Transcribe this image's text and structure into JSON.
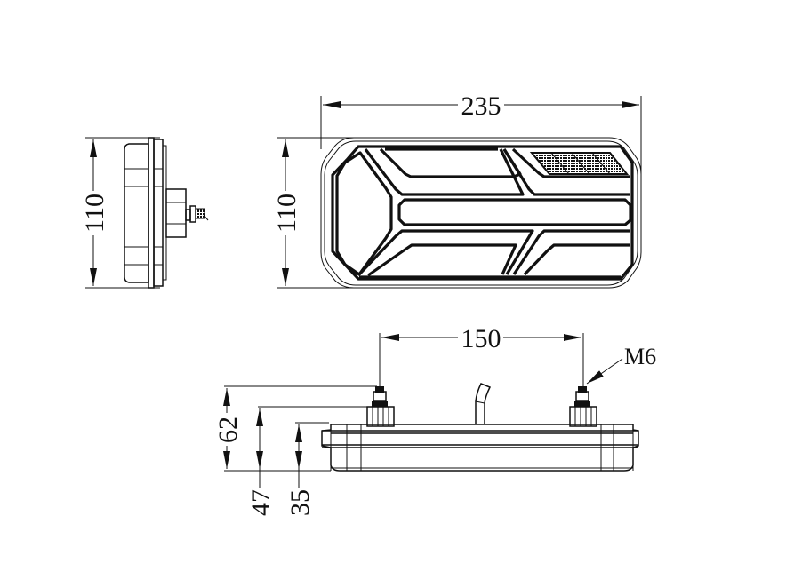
{
  "drawing": {
    "title": "LED tail lamp dimension drawing",
    "units": "mm",
    "colors": {
      "line": "#111111",
      "background": "#ffffff"
    }
  },
  "side_view": {
    "height_label": "110"
  },
  "front_view": {
    "width_label": "235",
    "height_label": "110"
  },
  "bottom_view": {
    "bolt_spacing_label": "150",
    "thread_label": "M6",
    "dim_total_label": "62",
    "dim_mid_label": "47",
    "dim_body_label": "35"
  }
}
